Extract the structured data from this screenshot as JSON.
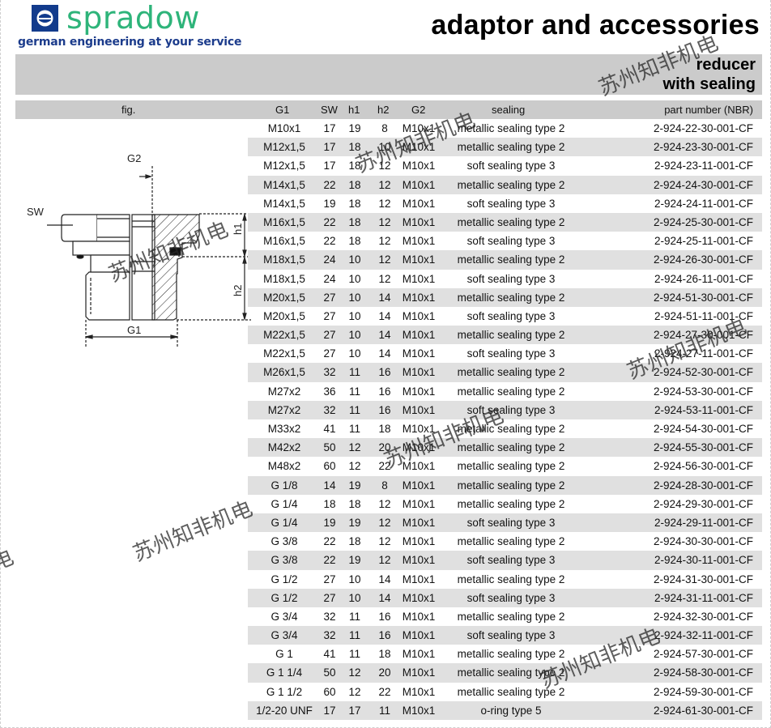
{
  "header": {
    "brand": "spradow",
    "tagline": "german engineering at your service",
    "title": "adaptor and accessories",
    "logo_icon": "spradow-logo-icon",
    "brand_color": "#2eb47a",
    "tagline_color": "#1c3c8c",
    "logo_color": "#123b8c"
  },
  "banner": {
    "line1": "reducer",
    "line2": "with sealing"
  },
  "table": {
    "columns": {
      "fig": "fig.",
      "g1": "G1",
      "sw": "SW",
      "h1": "h1",
      "h2": "h2",
      "g2": "G2",
      "sealing": "sealing",
      "part_number": "part number (NBR)"
    },
    "rows": [
      {
        "g1": "M10x1",
        "sw": "17",
        "h1": "19",
        "h2": "8",
        "g2": "M10x1",
        "sealing": "metallic sealing type 2",
        "part_number": "2-924-22-30-001-CF"
      },
      {
        "g1": "M12x1,5",
        "sw": "17",
        "h1": "18",
        "h2": "10",
        "g2": "M10x1",
        "sealing": "metallic sealing type 2",
        "part_number": "2-924-23-30-001-CF"
      },
      {
        "g1": "M12x1,5",
        "sw": "17",
        "h1": "18",
        "h2": "12",
        "g2": "M10x1",
        "sealing": "soft sealing type 3",
        "part_number": "2-924-23-11-001-CF"
      },
      {
        "g1": "M14x1,5",
        "sw": "22",
        "h1": "18",
        "h2": "12",
        "g2": "M10x1",
        "sealing": "metallic sealing type 2",
        "part_number": "2-924-24-30-001-CF"
      },
      {
        "g1": "M14x1,5",
        "sw": "19",
        "h1": "18",
        "h2": "12",
        "g2": "M10x1",
        "sealing": "soft sealing type 3",
        "part_number": "2-924-24-11-001-CF"
      },
      {
        "g1": "M16x1,5",
        "sw": "22",
        "h1": "18",
        "h2": "12",
        "g2": "M10x1",
        "sealing": "metallic sealing type 2",
        "part_number": "2-924-25-30-001-CF"
      },
      {
        "g1": "M16x1,5",
        "sw": "22",
        "h1": "18",
        "h2": "12",
        "g2": "M10x1",
        "sealing": "soft sealing type 3",
        "part_number": "2-924-25-11-001-CF"
      },
      {
        "g1": "M18x1,5",
        "sw": "24",
        "h1": "10",
        "h2": "12",
        "g2": "M10x1",
        "sealing": "metallic sealing type 2",
        "part_number": "2-924-26-30-001-CF"
      },
      {
        "g1": "M18x1,5",
        "sw": "24",
        "h1": "10",
        "h2": "12",
        "g2": "M10x1",
        "sealing": "soft sealing type 3",
        "part_number": "2-924-26-11-001-CF"
      },
      {
        "g1": "M20x1,5",
        "sw": "27",
        "h1": "10",
        "h2": "14",
        "g2": "M10x1",
        "sealing": "metallic sealing type 2",
        "part_number": "2-924-51-30-001-CF"
      },
      {
        "g1": "M20x1,5",
        "sw": "27",
        "h1": "10",
        "h2": "14",
        "g2": "M10x1",
        "sealing": "soft sealing type 3",
        "part_number": "2-924-51-11-001-CF"
      },
      {
        "g1": "M22x1,5",
        "sw": "27",
        "h1": "10",
        "h2": "14",
        "g2": "M10x1",
        "sealing": "metallic sealing type 2",
        "part_number": "2-924-27-30-001-CF"
      },
      {
        "g1": "M22x1,5",
        "sw": "27",
        "h1": "10",
        "h2": "14",
        "g2": "M10x1",
        "sealing": "soft sealing type 3",
        "part_number": "2-924-27-11-001-CF"
      },
      {
        "g1": "M26x1,5",
        "sw": "32",
        "h1": "11",
        "h2": "16",
        "g2": "M10x1",
        "sealing": "metallic sealing type 2",
        "part_number": "2-924-52-30-001-CF"
      },
      {
        "g1": "M27x2",
        "sw": "36",
        "h1": "11",
        "h2": "16",
        "g2": "M10x1",
        "sealing": "metallic sealing type 2",
        "part_number": "2-924-53-30-001-CF"
      },
      {
        "g1": "M27x2",
        "sw": "32",
        "h1": "11",
        "h2": "16",
        "g2": "M10x1",
        "sealing": "soft sealing type 3",
        "part_number": "2-924-53-11-001-CF"
      },
      {
        "g1": "M33x2",
        "sw": "41",
        "h1": "11",
        "h2": "18",
        "g2": "M10x1",
        "sealing": "metallic sealing type 2",
        "part_number": "2-924-54-30-001-CF"
      },
      {
        "g1": "M42x2",
        "sw": "50",
        "h1": "12",
        "h2": "20",
        "g2": "M10x1",
        "sealing": "metallic sealing type 2",
        "part_number": "2-924-55-30-001-CF"
      },
      {
        "g1": "M48x2",
        "sw": "60",
        "h1": "12",
        "h2": "22",
        "g2": "M10x1",
        "sealing": "metallic sealing type 2",
        "part_number": "2-924-56-30-001-CF"
      },
      {
        "g1": "G 1/8",
        "sw": "14",
        "h1": "19",
        "h2": "8",
        "g2": "M10x1",
        "sealing": "metallic sealing type 2",
        "part_number": "2-924-28-30-001-CF"
      },
      {
        "g1": "G 1/4",
        "sw": "18",
        "h1": "18",
        "h2": "12",
        "g2": "M10x1",
        "sealing": "metallic sealing type 2",
        "part_number": "2-924-29-30-001-CF"
      },
      {
        "g1": "G 1/4",
        "sw": "19",
        "h1": "19",
        "h2": "12",
        "g2": "M10x1",
        "sealing": "soft sealing type 3",
        "part_number": "2-924-29-11-001-CF"
      },
      {
        "g1": "G 3/8",
        "sw": "22",
        "h1": "18",
        "h2": "12",
        "g2": "M10x1",
        "sealing": "metallic sealing type 2",
        "part_number": "2-924-30-30-001-CF"
      },
      {
        "g1": "G 3/8",
        "sw": "22",
        "h1": "19",
        "h2": "12",
        "g2": "M10x1",
        "sealing": "soft sealing type 3",
        "part_number": "2-924-30-11-001-CF"
      },
      {
        "g1": "G 1/2",
        "sw": "27",
        "h1": "10",
        "h2": "14",
        "g2": "M10x1",
        "sealing": "metallic sealing type 2",
        "part_number": "2-924-31-30-001-CF"
      },
      {
        "g1": "G 1/2",
        "sw": "27",
        "h1": "10",
        "h2": "14",
        "g2": "M10x1",
        "sealing": "soft sealing type 3",
        "part_number": "2-924-31-11-001-CF"
      },
      {
        "g1": "G 3/4",
        "sw": "32",
        "h1": "11",
        "h2": "16",
        "g2": "M10x1",
        "sealing": "metallic sealing type 2",
        "part_number": "2-924-32-30-001-CF"
      },
      {
        "g1": "G 3/4",
        "sw": "32",
        "h1": "11",
        "h2": "16",
        "g2": "M10x1",
        "sealing": "soft sealing type 3",
        "part_number": "2-924-32-11-001-CF"
      },
      {
        "g1": "G 1",
        "sw": "41",
        "h1": "11",
        "h2": "18",
        "g2": "M10x1",
        "sealing": "metallic sealing type 2",
        "part_number": "2-924-57-30-001-CF"
      },
      {
        "g1": "G 1 1/4",
        "sw": "50",
        "h1": "12",
        "h2": "20",
        "g2": "M10x1",
        "sealing": "metallic sealing type 2",
        "part_number": "2-924-58-30-001-CF"
      },
      {
        "g1": "G 1 1/2",
        "sw": "60",
        "h1": "12",
        "h2": "22",
        "g2": "M10x1",
        "sealing": "metallic sealing type 2",
        "part_number": "2-924-59-30-001-CF"
      },
      {
        "g1": "1/2-20 UNF",
        "sw": "17",
        "h1": "17",
        "h2": "11",
        "g2": "M10x1",
        "sealing": "o-ring type 5",
        "part_number": "2-924-61-30-001-CF"
      }
    ]
  },
  "figure": {
    "labels": {
      "sw": "SW",
      "g2": "G2",
      "g1": "G1",
      "h1": "h1",
      "h2": "h2"
    },
    "icon": "reducer-cross-section-drawing"
  },
  "watermark": "苏州知非机电"
}
